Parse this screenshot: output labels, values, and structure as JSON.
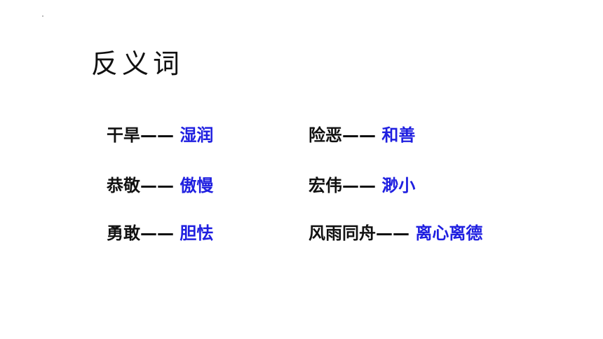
{
  "title": "反义词",
  "pairs": [
    {
      "word": "干旱——",
      "antonym": "湿润"
    },
    {
      "word": "恭敬——",
      "antonym": "傲慢"
    },
    {
      "word": "勇敢——",
      "antonym": "胆怯"
    },
    {
      "word": "险恶——",
      "antonym": "和善"
    },
    {
      "word": "宏伟——",
      "antonym": "渺小"
    },
    {
      "word": "风雨同舟——",
      "antonym": "离心离德"
    }
  ],
  "colors": {
    "text": "#111111",
    "antonym": "#1f1fe0",
    "background": "#ffffff"
  }
}
